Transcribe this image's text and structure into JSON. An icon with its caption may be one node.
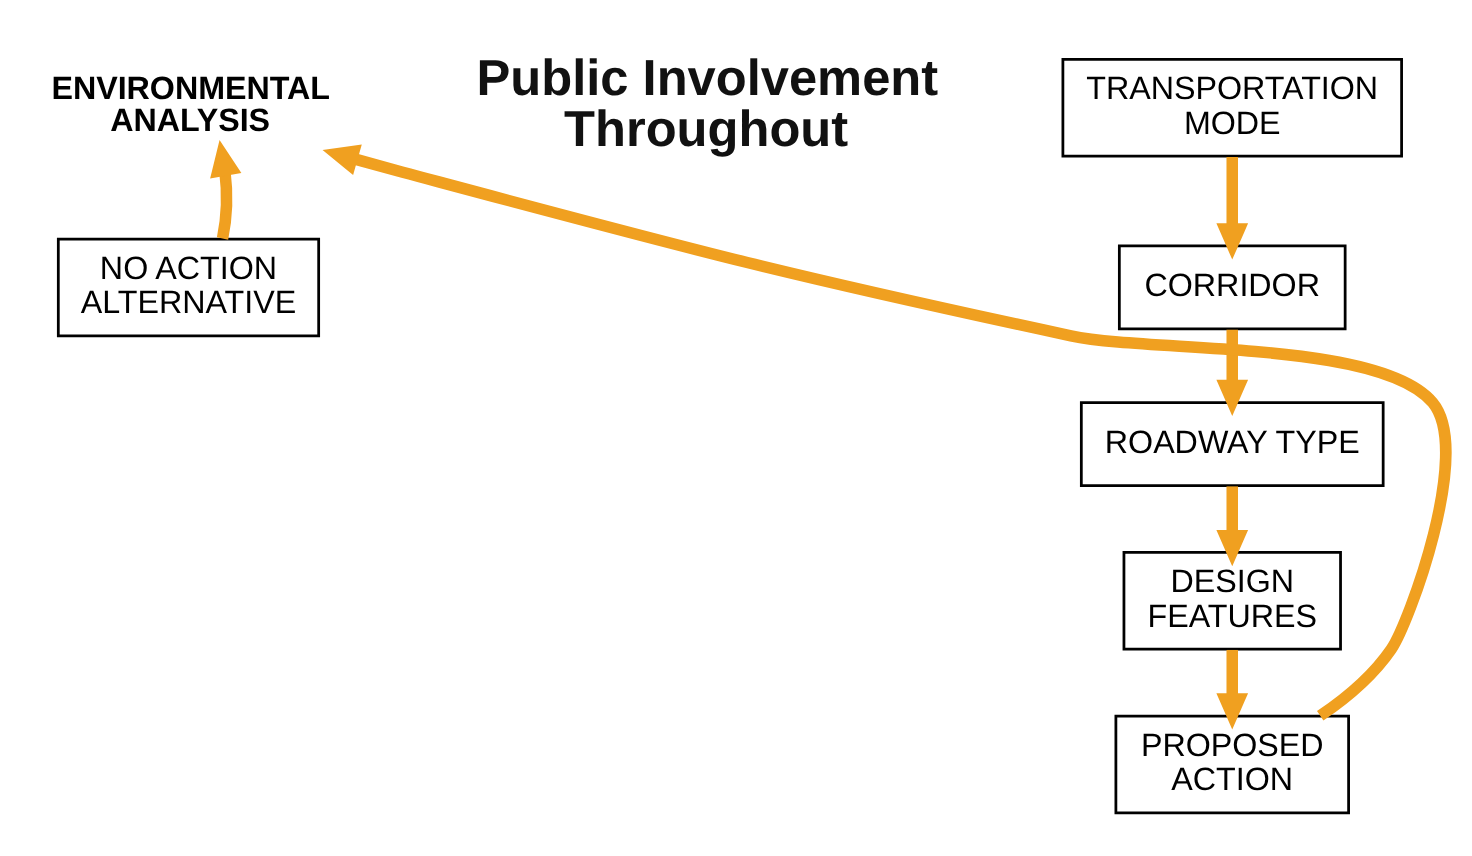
{
  "diagram": {
    "nodes": [
      {
        "text": [
          "TRANSPORTATION MODE"
        ]
      },
      {
        "text": [
          "CORRIDOR"
        ]
      },
      {
        "text": [
          "ROADWAY TYPE"
        ]
      },
      {
        "text": [
          "DESIGN FEATURES"
        ]
      },
      {
        "text": [
          "PROPOSED ACTION"
        ]
      },
      {
        "text": [
          "NO ACTION ALTERNATIVE"
        ]
      },
      {
        "text": [
          "ENVIRONMENTAL ANALYSIS"
        ]
      }
    ],
    "edges": [
      {
        "from": 0,
        "to": 1,
        "arrow": "to"
      },
      {
        "from": 1,
        "to": 2,
        "arrow": "to"
      },
      {
        "from": 2,
        "to": 3,
        "arrow": "to"
      },
      {
        "from": 3,
        "to": 4,
        "arrow": "to"
      },
      {
        "from": 4,
        "to": 6,
        "arrow": "to"
      },
      {
        "from": 5,
        "to": 6,
        "arrow": "to"
      }
    ],
    "labels": [
      "Public Involvement Throughout"
    ]
  }
}
